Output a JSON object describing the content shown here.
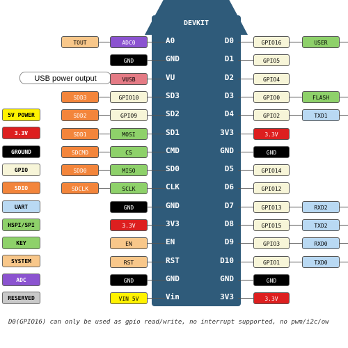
{
  "title": "DEVKIT",
  "footnote": "D0(GPIO16) can only be used as gpio read/write, no interrupt supported, no pwm/i2c/ow",
  "usb_callout": "USB power output",
  "colors": {
    "board": "#2f5b7a",
    "tout": "#f8c78a",
    "adc": "#8b53d0",
    "black": "#000000",
    "vusb": "#e47b85",
    "sdio": "#f3853b",
    "gpio": "#f7f5d8",
    "spi": "#8ed16a",
    "power": "#dd1f1f",
    "uart": "#b9d9f3",
    "yellow": "#fff200",
    "system": "#f8c78a",
    "grey": "#c9c9c9"
  },
  "left_pins": [
    "A0",
    "GND",
    "VU",
    "SD3",
    "SD2",
    "SD1",
    "CMD",
    "SD0",
    "CLK",
    "GND",
    "3V3",
    "EN",
    "RST",
    "GND",
    "Vin"
  ],
  "right_pins": [
    "D0",
    "D1",
    "D2",
    "D3",
    "D4",
    "3V3",
    "GND",
    "D5",
    "D6",
    "D7",
    "D8",
    "D9",
    "D10",
    "GND",
    "3V3"
  ],
  "left_inner": [
    "ADC0",
    "GND",
    "VUSB",
    "GPIO10",
    "GPIO9",
    "MOSI",
    "CS",
    "MISO",
    "SCLK",
    "GND",
    "3.3V",
    "EN",
    "RST",
    "GND",
    "VIN 5V"
  ],
  "left_outer": [
    "TOUT",
    "",
    "",
    "SDD3",
    "SDD2",
    "SDD1",
    "SDCMD",
    "SDD0",
    "SDCLK",
    "",
    "",
    "",
    "",
    "",
    ""
  ],
  "right_inner": [
    "GPIO16",
    "GPIO5",
    "GPIO4",
    "GPIO0",
    "GPIO2",
    "3.3V",
    "GND",
    "GPIO14",
    "GPIO12",
    "GPIO13",
    "GPIO15",
    "GPIO3",
    "GPIO1",
    "GND",
    "3.3V"
  ],
  "right_outer": [
    "USER",
    "",
    "",
    "FLASH",
    "TXD1",
    "",
    "",
    "",
    "",
    "RXD2",
    "TXD2",
    "RXD0",
    "TXD0",
    "",
    ""
  ],
  "legend": [
    "5V POWER",
    "3.3V",
    "GROUND",
    "GPIO",
    "SDIO",
    "UART",
    "HSPI/SPI",
    "KEY",
    "SYSTEM",
    "ADC",
    "RESERVED"
  ]
}
